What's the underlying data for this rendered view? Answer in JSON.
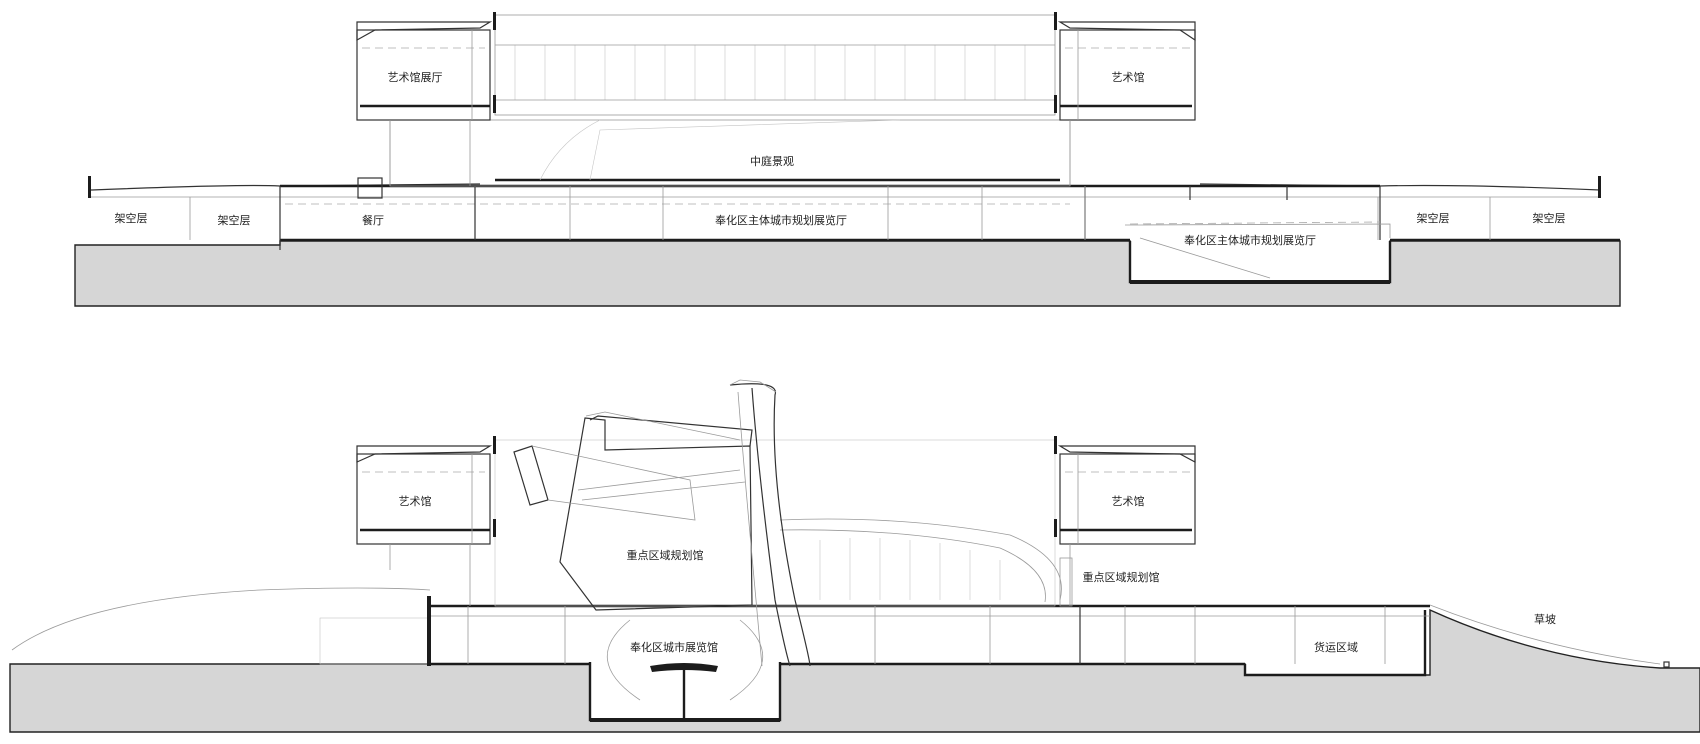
{
  "section_top": {
    "labels": {
      "gallery_hall": "艺术馆展厅",
      "gallery_right": "艺术馆",
      "courtyard": "中庭景观",
      "pilotis_1": "架空层",
      "pilotis_2": "架空层",
      "restaurant": "餐厅",
      "main_hall": "奉化区主体城市规划展览厅",
      "main_hall_lower": "奉化区主体城市规划展览厅",
      "pilotis_3": "架空层",
      "pilotis_4": "架空层"
    }
  },
  "section_bottom": {
    "labels": {
      "gallery_left": "艺术馆",
      "gallery_right": "艺术馆",
      "key_area_left": "重点区域规划馆",
      "key_area_right": "重点区域规划馆",
      "city_hall": "奉化区城市展览馆",
      "cargo": "货运区域",
      "grass_slope": "草坡"
    }
  },
  "colors": {
    "ground_fill": "#d6d6d6",
    "line_dark": "#1c1c1c",
    "line_light": "#9a9a9a",
    "background": "#ffffff"
  }
}
